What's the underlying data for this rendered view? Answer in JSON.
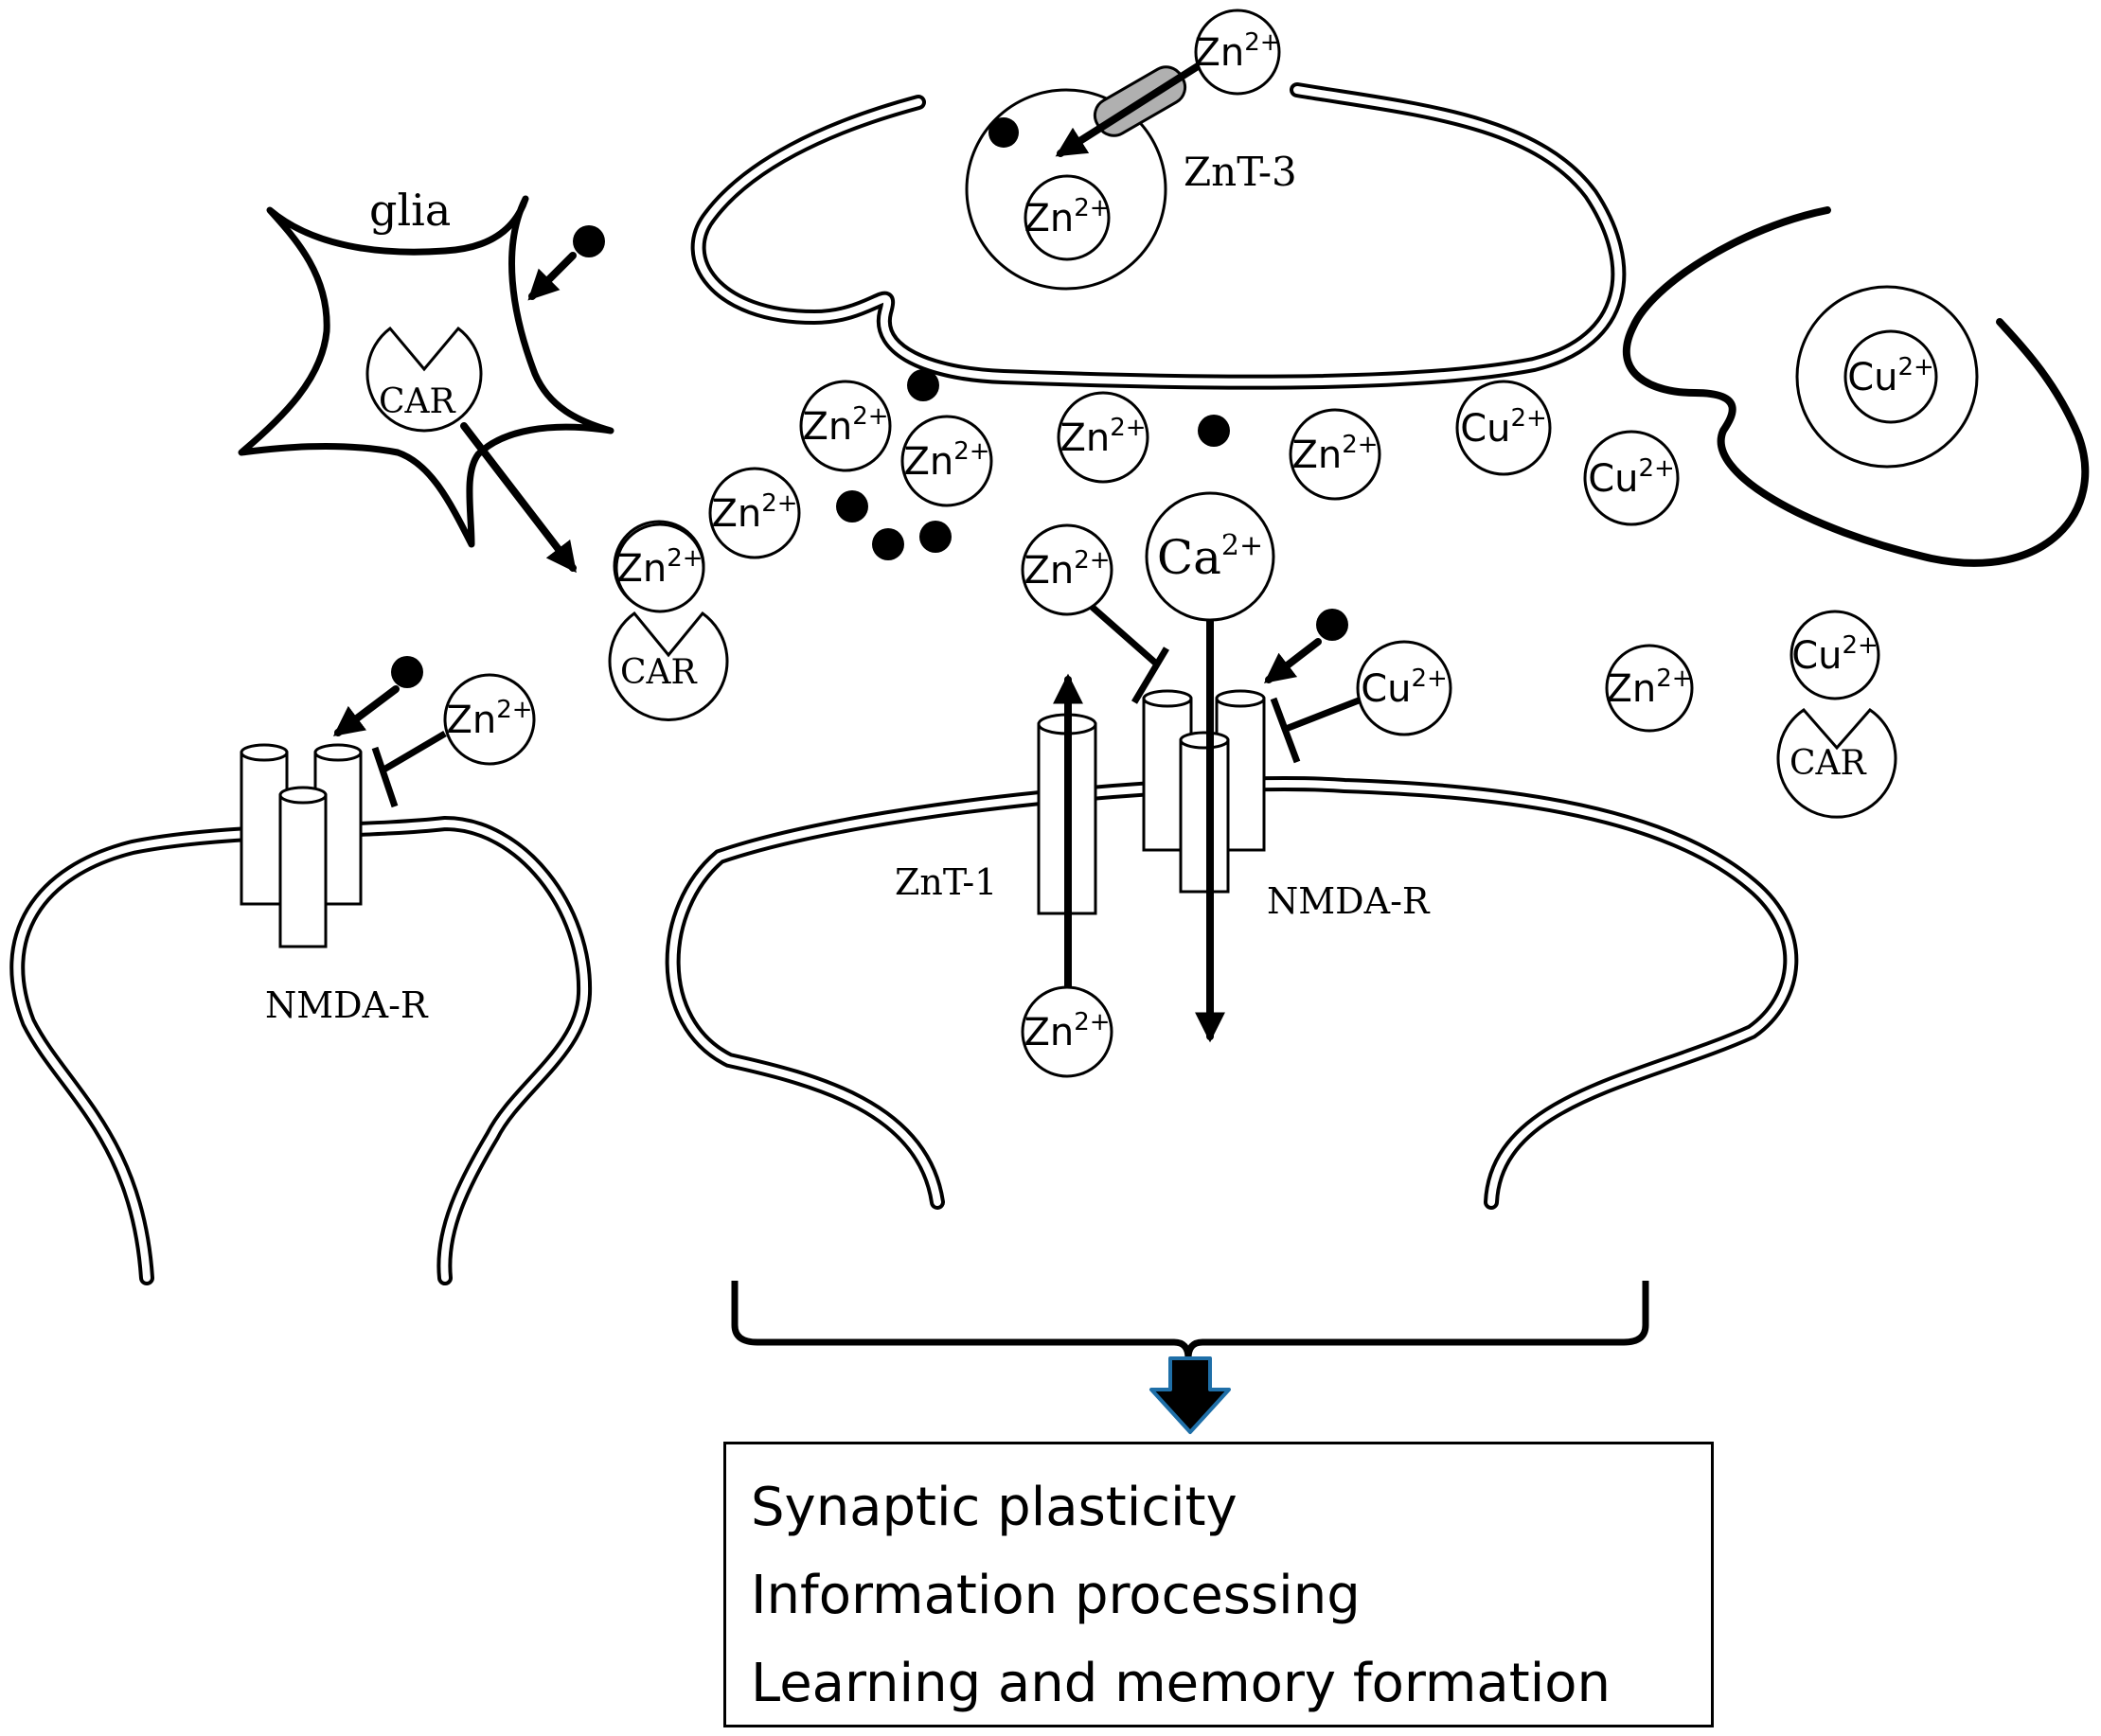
{
  "labels": {
    "glia": "glia",
    "znt3": "ZnT-3",
    "znt1": "ZnT-1",
    "nmda_left": "NMDA-R",
    "nmda_right": "NMDA-R",
    "car": "CAR"
  },
  "ions": {
    "zn_base": "Zn",
    "cu_base": "Cu",
    "ca_base": "Ca",
    "charge": "2+"
  },
  "outcomes": [
    "Synaptic plasticity",
    "Information processing",
    "Learning and memory formation"
  ],
  "colors": {
    "stroke": "#000000",
    "transporter_fill": "#b0b0b0",
    "outcome_arrow_outline": "#1f6fa8"
  }
}
